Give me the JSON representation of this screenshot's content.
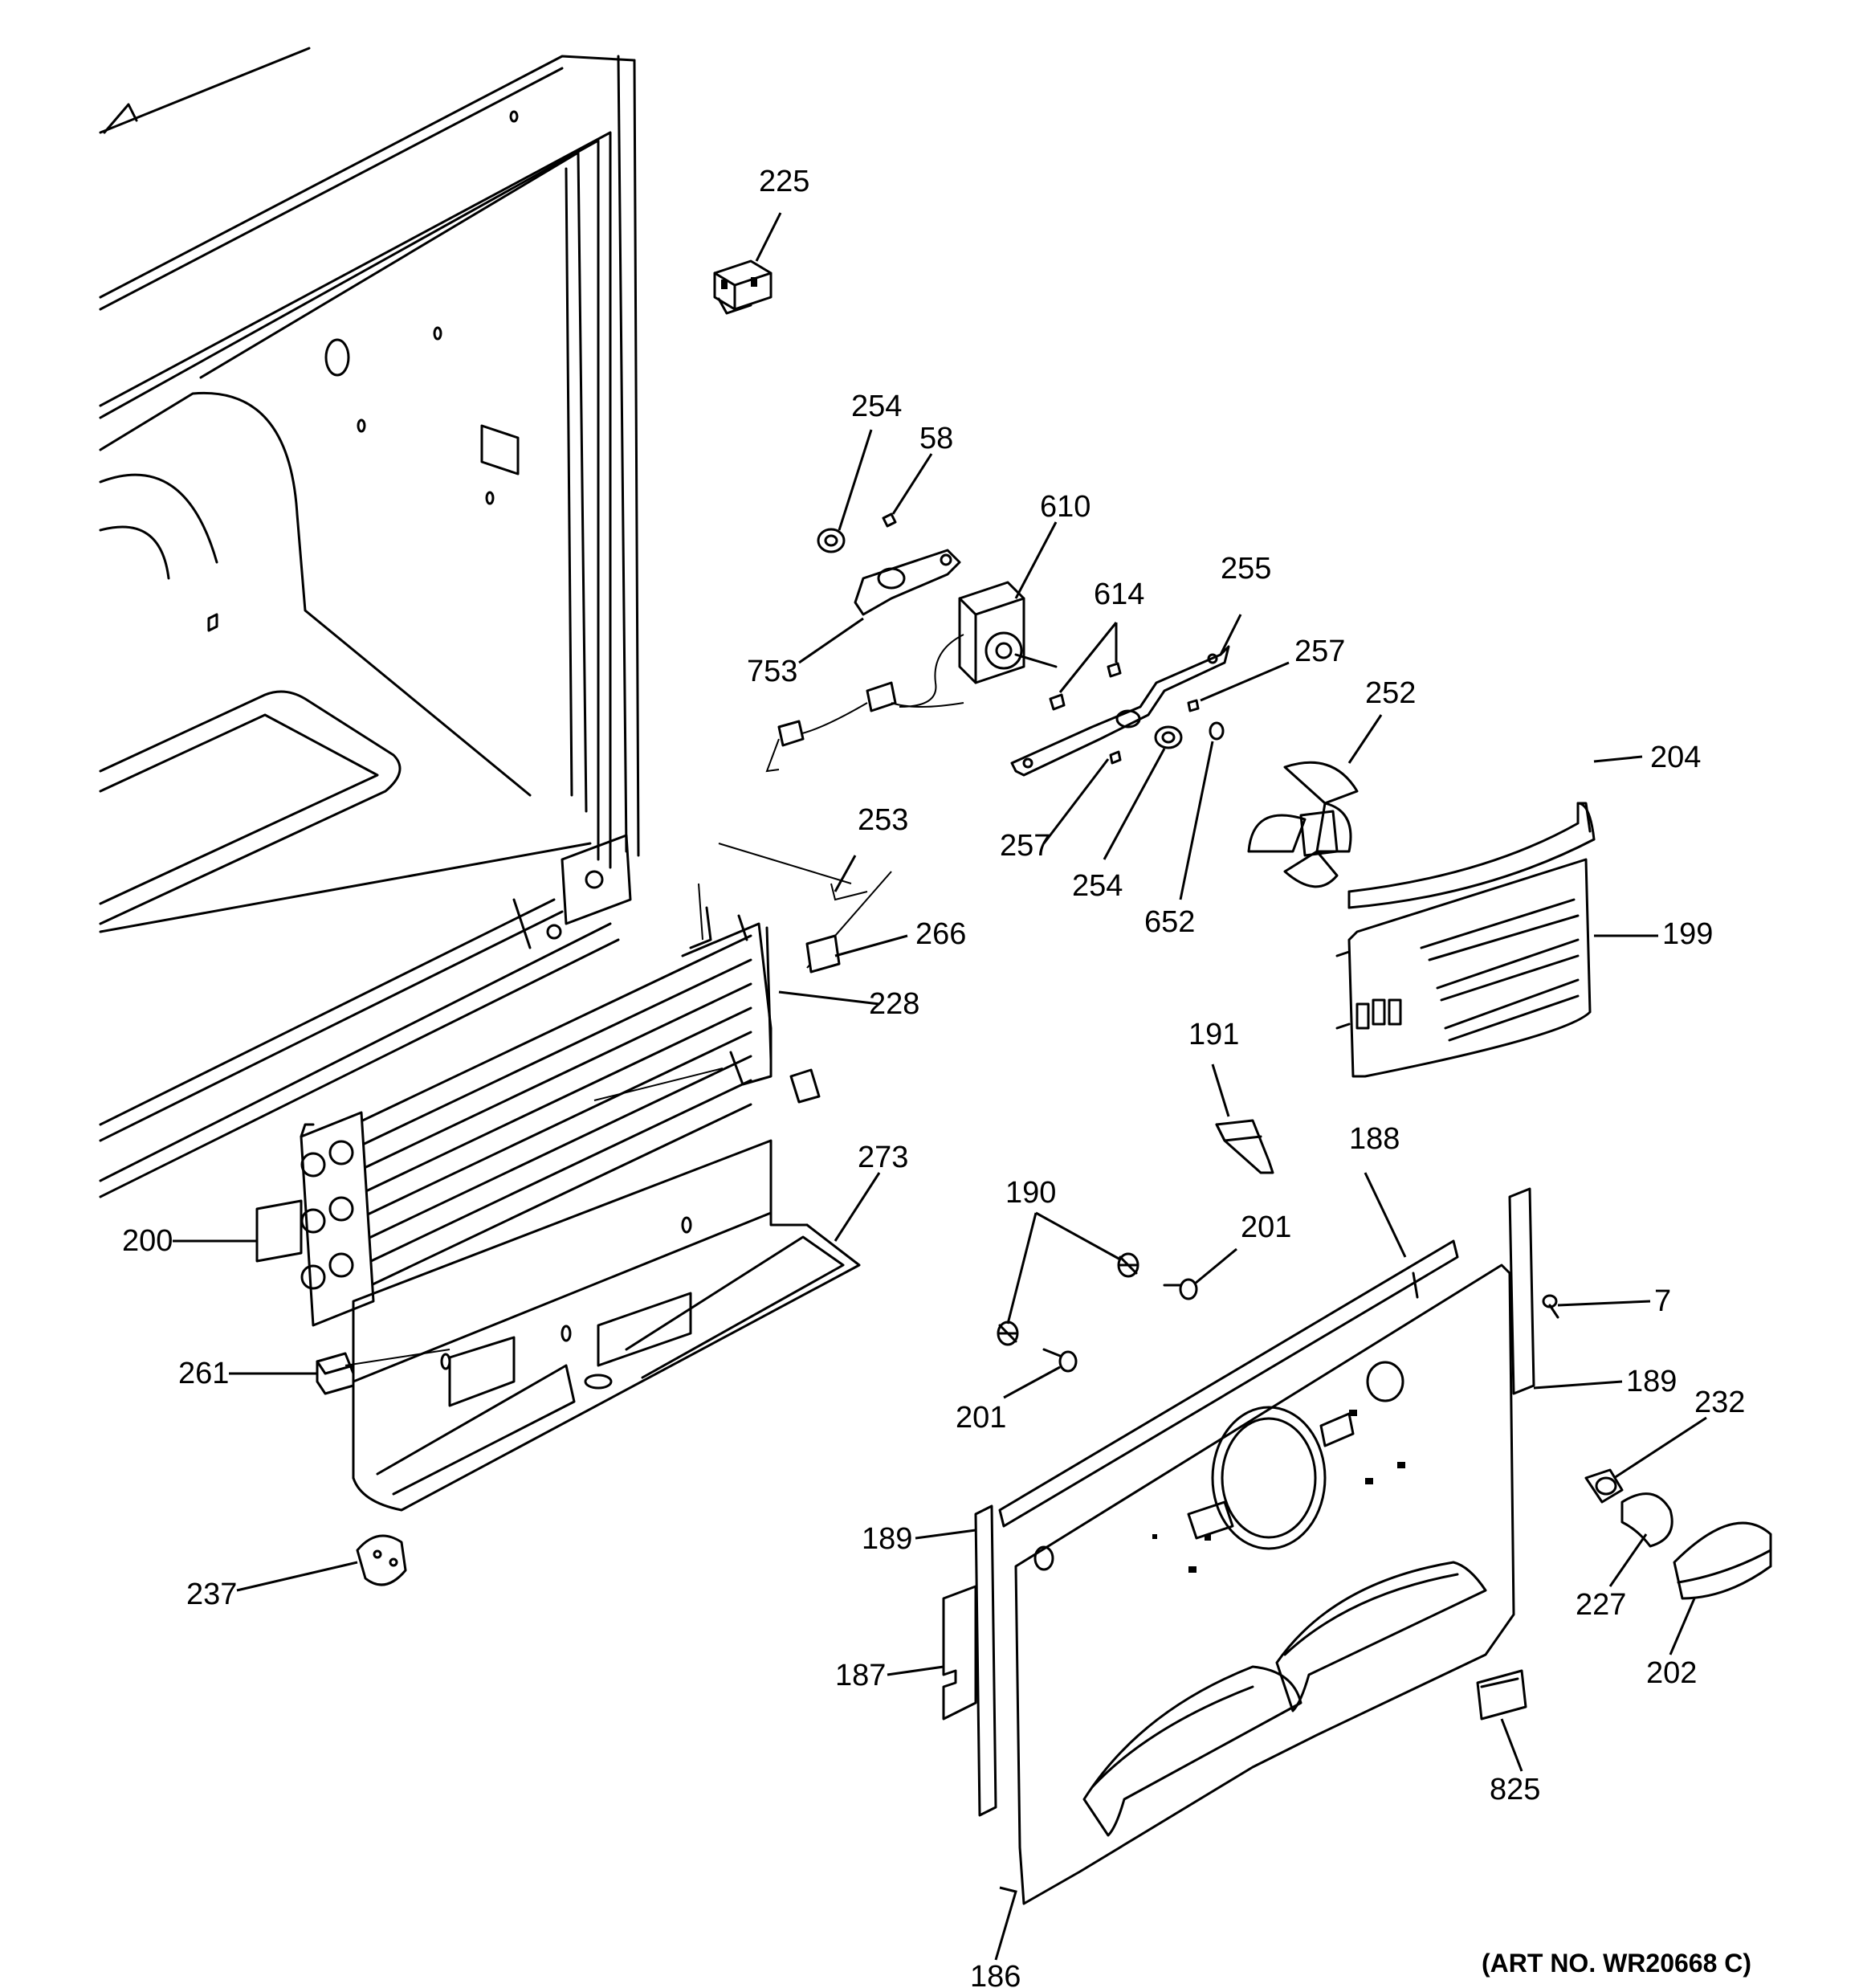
{
  "art_number": "(ART NO. WR20668 C)",
  "callouts": [
    {
      "id": "c225",
      "label": "225"
    },
    {
      "id": "c254a",
      "label": "254"
    },
    {
      "id": "c58",
      "label": "58"
    },
    {
      "id": "c610",
      "label": "610"
    },
    {
      "id": "c753",
      "label": "753"
    },
    {
      "id": "c614",
      "label": "614"
    },
    {
      "id": "c255",
      "label": "255"
    },
    {
      "id": "c257a",
      "label": "257"
    },
    {
      "id": "c252",
      "label": "252"
    },
    {
      "id": "c204",
      "label": "204"
    },
    {
      "id": "c257b",
      "label": "257"
    },
    {
      "id": "c254b",
      "label": "254"
    },
    {
      "id": "c652",
      "label": "652"
    },
    {
      "id": "c253",
      "label": "253"
    },
    {
      "id": "c266",
      "label": "266"
    },
    {
      "id": "c228",
      "label": "228"
    },
    {
      "id": "c199",
      "label": "199"
    },
    {
      "id": "c191",
      "label": "191"
    },
    {
      "id": "c273",
      "label": "273"
    },
    {
      "id": "c188",
      "label": "188"
    },
    {
      "id": "c190",
      "label": "190"
    },
    {
      "id": "c201a",
      "label": "201"
    },
    {
      "id": "c200",
      "label": "200"
    },
    {
      "id": "c7",
      "label": "7"
    },
    {
      "id": "c261",
      "label": "261"
    },
    {
      "id": "c201b",
      "label": "201"
    },
    {
      "id": "c189a",
      "label": "189"
    },
    {
      "id": "c232",
      "label": "232"
    },
    {
      "id": "c189b",
      "label": "189"
    },
    {
      "id": "c237",
      "label": "237"
    },
    {
      "id": "c227",
      "label": "227"
    },
    {
      "id": "c187",
      "label": "187"
    },
    {
      "id": "c202",
      "label": "202"
    },
    {
      "id": "c825",
      "label": "825"
    },
    {
      "id": "c186",
      "label": "186"
    }
  ]
}
